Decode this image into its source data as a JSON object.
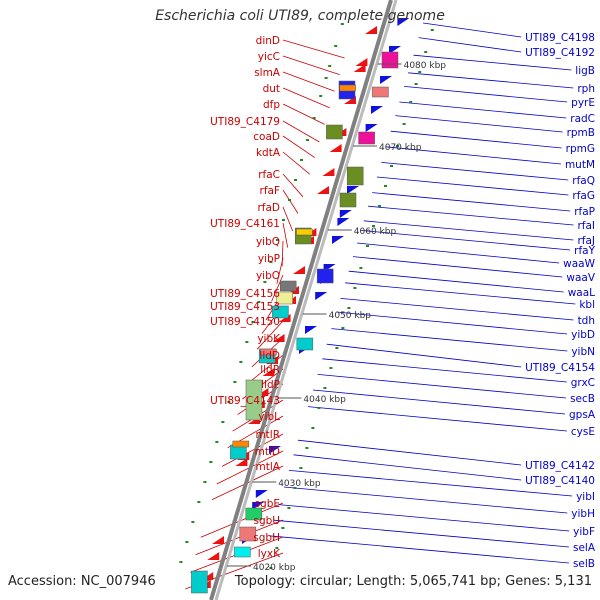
{
  "title": "Escherichia coli UTI89, complete genome",
  "footer": {
    "accession": "Accession: NC_007946",
    "topology": "Topology: circular; Length: 5,065,741 bp; Genes: 5,131"
  },
  "colors": {
    "left_label": "#cc0000",
    "right_label": "#0000cc",
    "backbone": "#808080",
    "forward_arrow": "#ee1111",
    "reverse_arrow": "#1111dd",
    "tick": "#228822"
  },
  "scale_labels": [
    "4080 kbp",
    "4070 kbp",
    "4060 kbp",
    "4050 kbp",
    "4040 kbp",
    "4030 kbp",
    "4020 kbp"
  ],
  "left_genes": [
    "dinD",
    "yicC",
    "slmA",
    "dut",
    "dfp",
    "UTI89_C4179",
    "coaD",
    "kdtA",
    "rfaC",
    "rfaF",
    "rfaD",
    "UTI89_C4161",
    "yibQ",
    "yibP",
    "yibO",
    "UTI89_C4156",
    "UTI89_C4153",
    "UTI89_C4150",
    "yibK",
    "lldD",
    "lldR",
    "lldP",
    "UTI89_C4143",
    "yibL",
    "mtlR",
    "mtlD",
    "mtlA",
    "sgbE",
    "sgbU",
    "sgbH",
    "lyxK"
  ],
  "right_genes": [
    "UTI89_C4198",
    "UTI89_C4192",
    "ligB",
    "rph",
    "pyrE",
    "radC",
    "rpmB",
    "rpmG",
    "mutM",
    "rfaQ",
    "rfaG",
    "rfaP",
    "rfaI",
    "rfaJ",
    "rfaY",
    "waaW",
    "waaV",
    "waaL",
    "kbl",
    "tdh",
    "yibD",
    "yibN",
    "UTI89_C4154",
    "grxC",
    "secB",
    "gpsA",
    "cysE",
    "UTI89_C4142",
    "UTI89_C4140",
    "yibI",
    "yibH",
    "yibF",
    "selA",
    "selB"
  ]
}
